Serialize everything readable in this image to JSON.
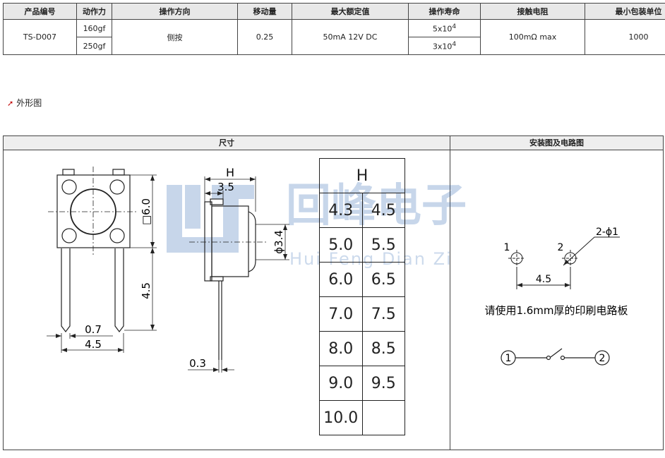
{
  "spec_table": {
    "headers": [
      "产品编号",
      "动作力",
      "操作方向",
      "移动量",
      "最大额定值",
      "操作寿命",
      "接触电阻",
      "最小包装单位"
    ],
    "part_no": "TS-D007",
    "forces": [
      "160gf",
      "250gf"
    ],
    "direction": "侧按",
    "travel": "0.25",
    "rating": "50mA 12V DC",
    "life": [
      {
        "base": "5x10",
        "exp": "4"
      },
      {
        "base": "3x10",
        "exp": "4"
      }
    ],
    "resistance": "100mΩ max",
    "min_pack": "1000"
  },
  "section_title": "外形图",
  "panel_headers": {
    "dimensions": "尺寸",
    "install": "安装图及电路图"
  },
  "front_view": {
    "dim_6": "□6.0",
    "dim_45_vert": "4.5",
    "dim_07": "0.7",
    "dim_45_horiz": "4.5"
  },
  "side_view": {
    "dim_h": "H",
    "dim_35": "3.5",
    "dim_phi": "ϕ3.4",
    "dim_03": "0.3"
  },
  "h_table": {
    "header": "H",
    "rows": [
      [
        "4.3",
        "4.5"
      ],
      [
        "5.0",
        "5.5"
      ],
      [
        "6.0",
        "6.5"
      ],
      [
        "7.0",
        "7.5"
      ],
      [
        "8.0",
        "8.5"
      ],
      [
        "9.0",
        "9.5"
      ],
      [
        "10.0",
        ""
      ]
    ]
  },
  "watermark": {
    "cn": "回峰电子",
    "en": "Hui Feng Dian Zi"
  },
  "install": {
    "pin1": "1",
    "pin2": "2",
    "hole_label": "2-ϕ1",
    "spacing": "4.5",
    "note": "请使用1.6mm厚的印刷电路板"
  },
  "circuit": {
    "left": "1",
    "right": "2"
  }
}
